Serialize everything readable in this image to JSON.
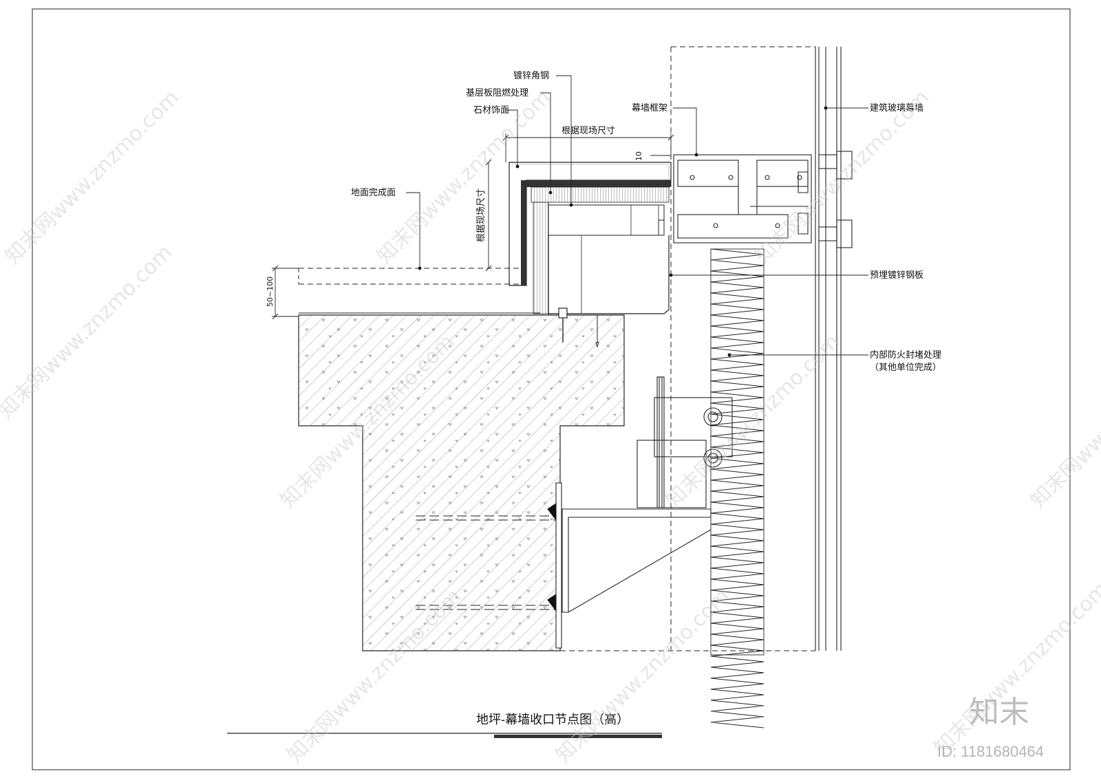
{
  "drawing": {
    "title": "地坪-幕墙收口节点图（高）",
    "labels": {
      "galvanized_angle": "镀锌角钢",
      "base_board_fire": "基层板阻燃处理",
      "stone_finish": "石材饰面",
      "site_dimension": "根据现场尺寸",
      "site_dimension_vertical": "根据现场尺寸",
      "floor_finish": "地面完成面",
      "curtain_frame": "幕墙框架",
      "glass_curtain_wall": "建筑玻璃幕墙",
      "embedded_plate": "预埋镀锌钢板",
      "fire_seal": "内部防火封堵处理",
      "fire_seal_note": "（其他单位完成）",
      "dim_10": "10",
      "dim_50_100": "50~100"
    }
  },
  "watermark": {
    "text": "知末网www.znzmo.com",
    "brand": "知末",
    "id": "ID: 1181680464"
  }
}
